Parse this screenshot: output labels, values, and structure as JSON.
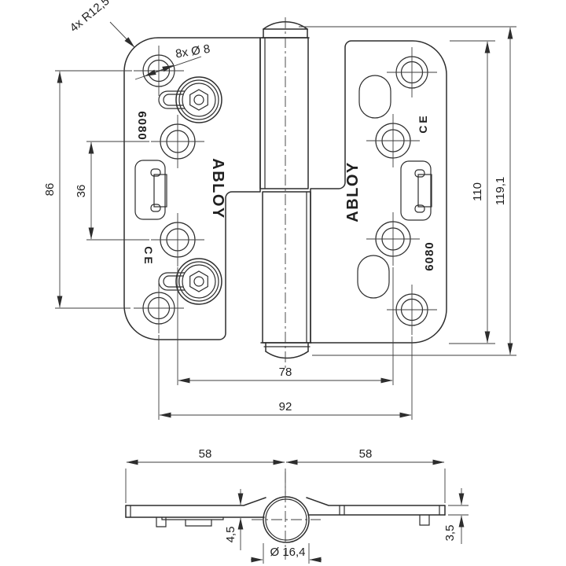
{
  "drawing": {
    "brand": "ABLOY",
    "model": "6080",
    "standards_mark": "CE",
    "annotations": {
      "corner_radius": "4x R12,5",
      "hole_note": "8x Ø 8"
    },
    "dimensions_mm": {
      "outer_hole_span_vertical": "86",
      "inner_hole_span_vertical": "36",
      "leaf_height": "110",
      "total_height": "119,1",
      "inner_hole_span_horizontal": "78",
      "outer_hole_span_horizontal": "92",
      "leaf_width_left": "58",
      "leaf_width_right": "58",
      "left_leaf_thickness": "4,5",
      "right_leaf_thickness": "3,5",
      "knuckle_diameter": "Ø 16,4"
    },
    "colors": {
      "line": "#2d2d2d",
      "background": "#ffffff"
    }
  }
}
